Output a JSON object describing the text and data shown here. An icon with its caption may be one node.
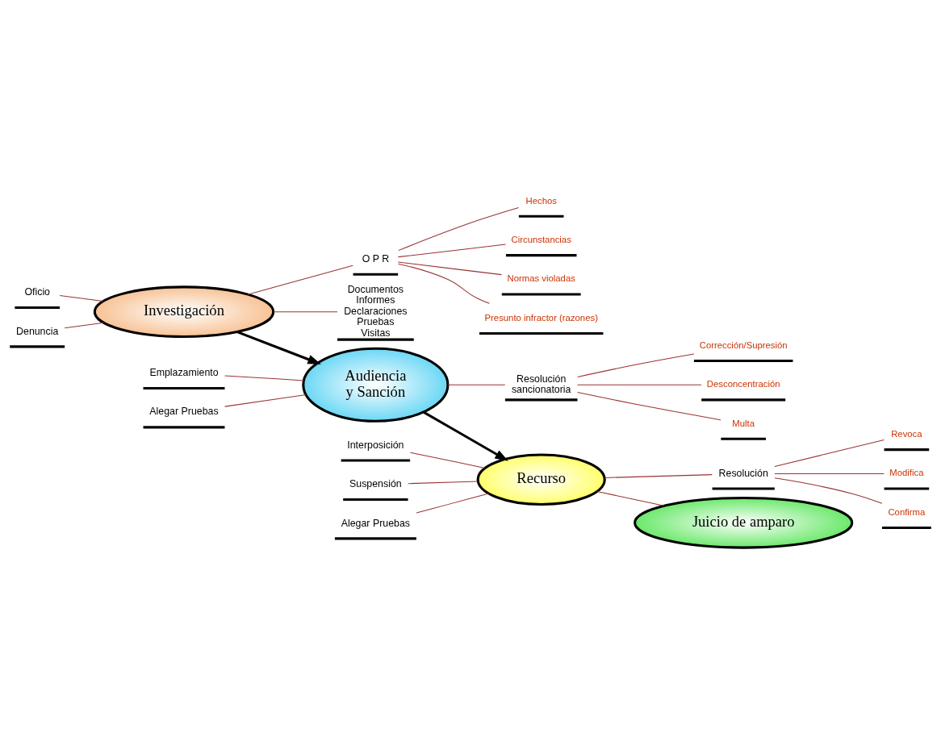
{
  "diagram": {
    "nodes": [
      {
        "text": [
          "Oficio"
        ]
      },
      {
        "text": [
          "Denuncia"
        ]
      },
      {
        "text": [
          "Investigación"
        ]
      },
      {
        "text": [
          "O P R"
        ]
      },
      {
        "text": [
          "Hechos"
        ]
      },
      {
        "text": [
          "Circunstancias"
        ]
      },
      {
        "text": [
          "Normas violadas"
        ]
      },
      {
        "text": [
          "Presunto infractor (razones)"
        ]
      },
      {
        "text": [
          "Documentos Informes Declaraciones Pruebas Visitas"
        ]
      },
      {
        "text": [
          "Emplazamiento"
        ]
      },
      {
        "text": [
          "Alegar Pruebas"
        ]
      },
      {
        "text": [
          "Audiencia y Sanción"
        ]
      },
      {
        "text": [
          "Resolución sancionatoria"
        ]
      },
      {
        "text": [
          "Corrección/Supresión"
        ]
      },
      {
        "text": [
          "Desconcentración"
        ]
      },
      {
        "text": [
          "Multa"
        ]
      },
      {
        "text": [
          "Interposición"
        ]
      },
      {
        "text": [
          "Suspensión"
        ]
      },
      {
        "text": [
          "Alegar Pruebas"
        ]
      },
      {
        "text": [
          "Recurso"
        ]
      },
      {
        "text": [
          "Resolución"
        ]
      },
      {
        "text": [
          "Revoca"
        ]
      },
      {
        "text": [
          "Modifica"
        ]
      },
      {
        "text": [
          "Confirma"
        ]
      },
      {
        "text": [
          "Juicio de amparo"
        ]
      }
    ],
    "edges": [
      {
        "from": 0,
        "to": 2,
        "arrow": "none"
      },
      {
        "from": 1,
        "to": 2,
        "arrow": "none"
      },
      {
        "from": 2,
        "to": 3,
        "arrow": "none"
      },
      {
        "from": 3,
        "to": 4,
        "arrow": "none"
      },
      {
        "from": 3,
        "to": 5,
        "arrow": "none"
      },
      {
        "from": 3,
        "to": 6,
        "arrow": "none"
      },
      {
        "from": 3,
        "to": 7,
        "arrow": "none"
      },
      {
        "from": 2,
        "to": 8,
        "arrow": "none"
      },
      {
        "from": 2,
        "to": 11,
        "arrow": "to",
        "style": "thick",
        "color": "#000000"
      },
      {
        "from": 9,
        "to": 11,
        "arrow": "none"
      },
      {
        "from": 10,
        "to": 11,
        "arrow": "none"
      },
      {
        "from": 11,
        "to": 12,
        "arrow": "none"
      },
      {
        "from": 12,
        "to": 13,
        "arrow": "none"
      },
      {
        "from": 12,
        "to": 14,
        "arrow": "none"
      },
      {
        "from": 12,
        "to": 15,
        "arrow": "none"
      },
      {
        "from": 11,
        "to": 19,
        "arrow": "to",
        "style": "thick",
        "color": "#000000"
      },
      {
        "from": 16,
        "to": 19,
        "arrow": "none"
      },
      {
        "from": 17,
        "to": 19,
        "arrow": "none"
      },
      {
        "from": 18,
        "to": 19,
        "arrow": "none"
      },
      {
        "from": 19,
        "to": 20,
        "arrow": "none"
      },
      {
        "from": 20,
        "to": 21,
        "arrow": "none"
      },
      {
        "from": 20,
        "to": 22,
        "arrow": "none"
      },
      {
        "from": 20,
        "to": 23,
        "arrow": "none"
      },
      {
        "from": 19,
        "to": 24,
        "arrow": "none"
      }
    ]
  }
}
